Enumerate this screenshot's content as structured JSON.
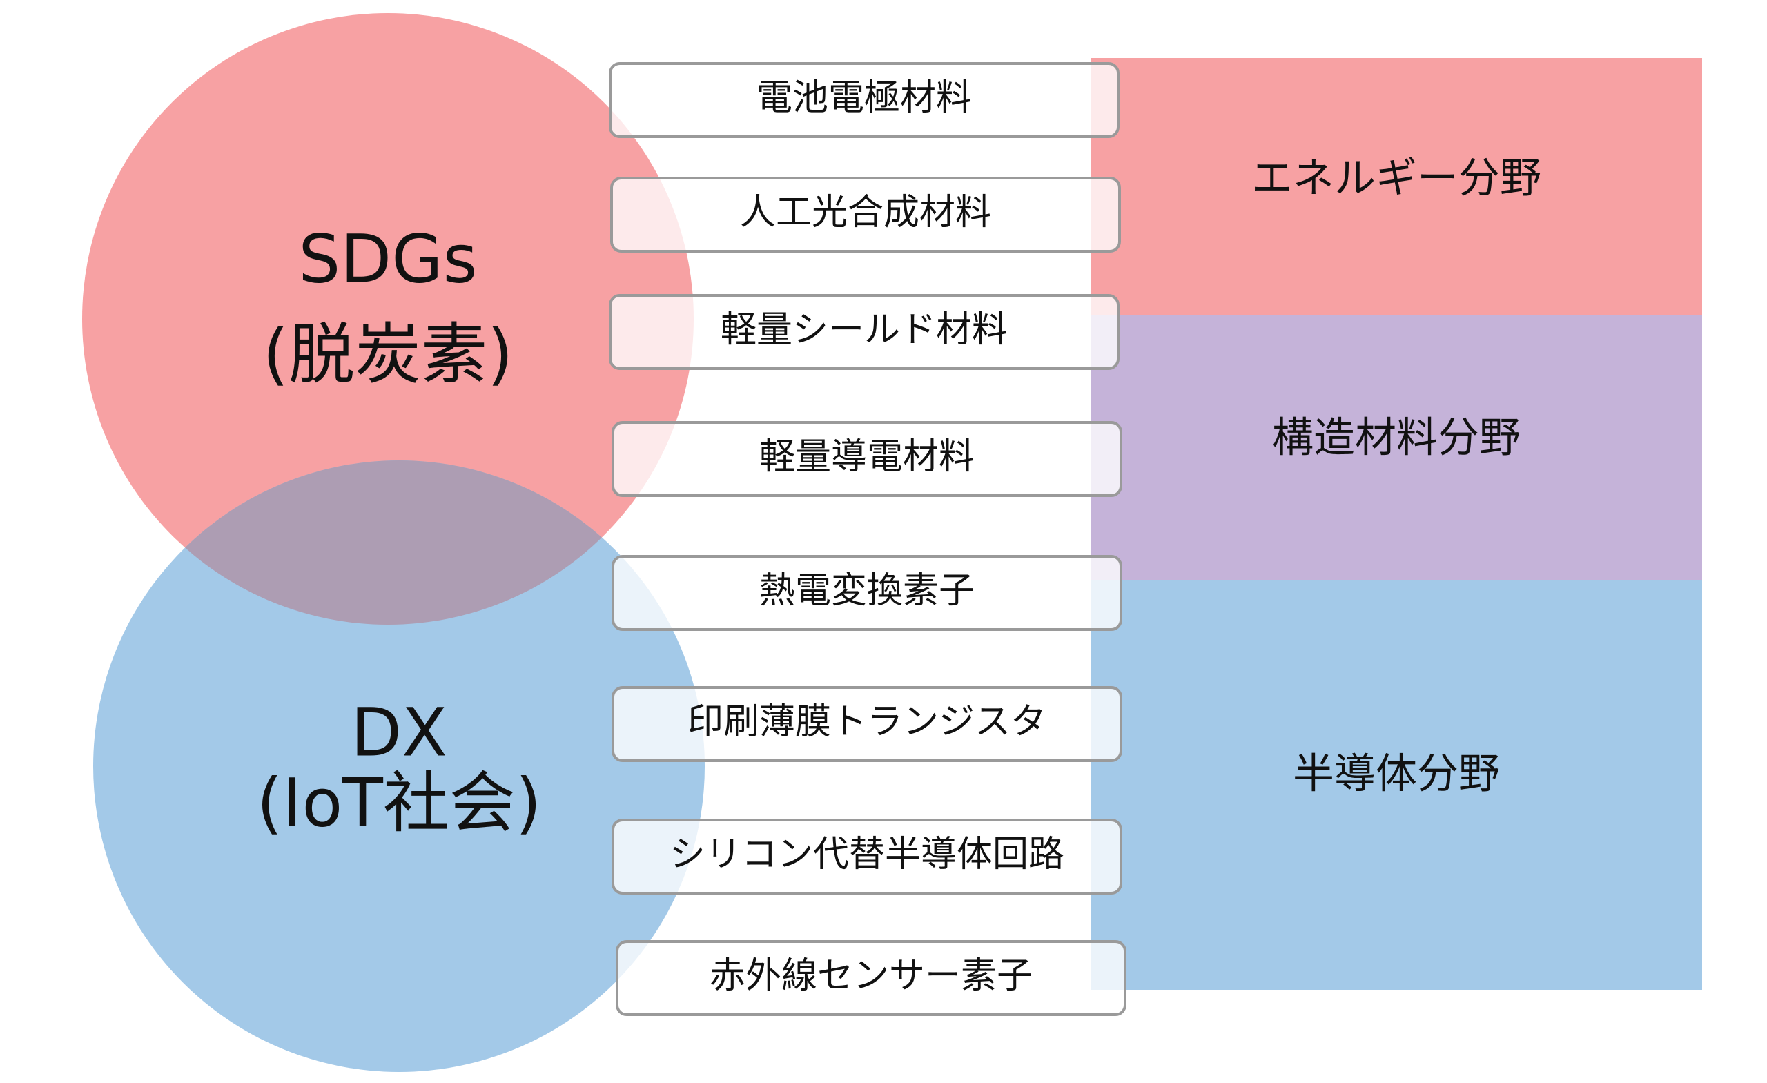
{
  "colors": {
    "sdgs": "#f7a1a3",
    "dx": "#a3c9e8",
    "energy": "#f7a1a3",
    "structural": "#c5b3d9",
    "semiconductor": "#a3c9e8",
    "box_border": "#9a9a9a",
    "box_fill": "#ffffff"
  },
  "circles": {
    "sdgs": {
      "line1": "SDGs",
      "line2": "(脱炭素)"
    },
    "dx": {
      "line1": "DX",
      "line2": "(IoT社会)"
    }
  },
  "materials": [
    {
      "label": "電池電極材料"
    },
    {
      "label": "人工光合成材料"
    },
    {
      "label": "軽量シールド材料"
    },
    {
      "label": "軽量導電材料"
    },
    {
      "label": "熱電変換素子"
    },
    {
      "label": "印刷薄膜トランジスタ"
    },
    {
      "label": "シリコン代替半導体回路"
    },
    {
      "label": "赤外線センサー素子"
    }
  ],
  "fields": [
    {
      "label": "エネルギー分野"
    },
    {
      "label": "構造材料分野"
    },
    {
      "label": "半導体分野"
    }
  ]
}
